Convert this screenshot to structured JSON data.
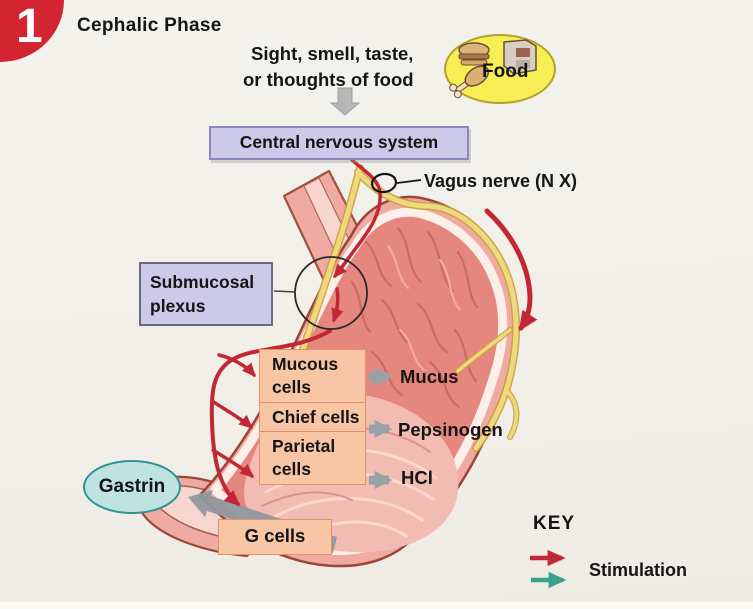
{
  "figure": {
    "step_number": "1",
    "title": "Cephalic Phase",
    "stimulus": {
      "line1": "Sight, smell, taste,",
      "line2": "or thoughts of food"
    },
    "food": {
      "label": "Food",
      "icons": [
        "hamburger-icon",
        "milk-carton-icon",
        "drumstick-icon"
      ]
    },
    "cns": {
      "label": "Central nervous system"
    },
    "vagus": {
      "label": "Vagus nerve (N X)"
    },
    "submucosal": {
      "line1": "Submucosal",
      "line2": "plexus"
    },
    "cells": [
      {
        "name": "Mucous cells",
        "secretion": "Mucus"
      },
      {
        "name": "Chief cells",
        "secretion": "Pepsinogen"
      },
      {
        "name": "Parietal cells",
        "secretion": "HCl"
      }
    ],
    "gastrin": {
      "label": "Gastrin"
    },
    "g_cells": {
      "label": "G cells"
    },
    "key": {
      "title": "KEY",
      "label": "Stimulation",
      "red_arrow": "#c32735",
      "teal_arrow": "#3aa08d"
    },
    "colors": {
      "background": "#f1efe8",
      "badge_red": "#d22431",
      "box_lavender": "#cdc9e8",
      "box_lavender_border": "#8d86c0",
      "box_salmon": "#f8c5a5",
      "box_salmon_border": "#e2926a",
      "gastrin_fill": "#bfe3e3",
      "gastrin_border": "#2f9394",
      "food_fill": "#f7ee55",
      "food_border": "#b2a12b",
      "stimulation_red": "#c32735",
      "stimulation_teal": "#3aa08d",
      "gray_arrow": "#98a1a7",
      "nerve_yellow": "#f0d87e",
      "stomach_pink": "#efaaa2",
      "stomach_interior": "#e6877f"
    }
  }
}
